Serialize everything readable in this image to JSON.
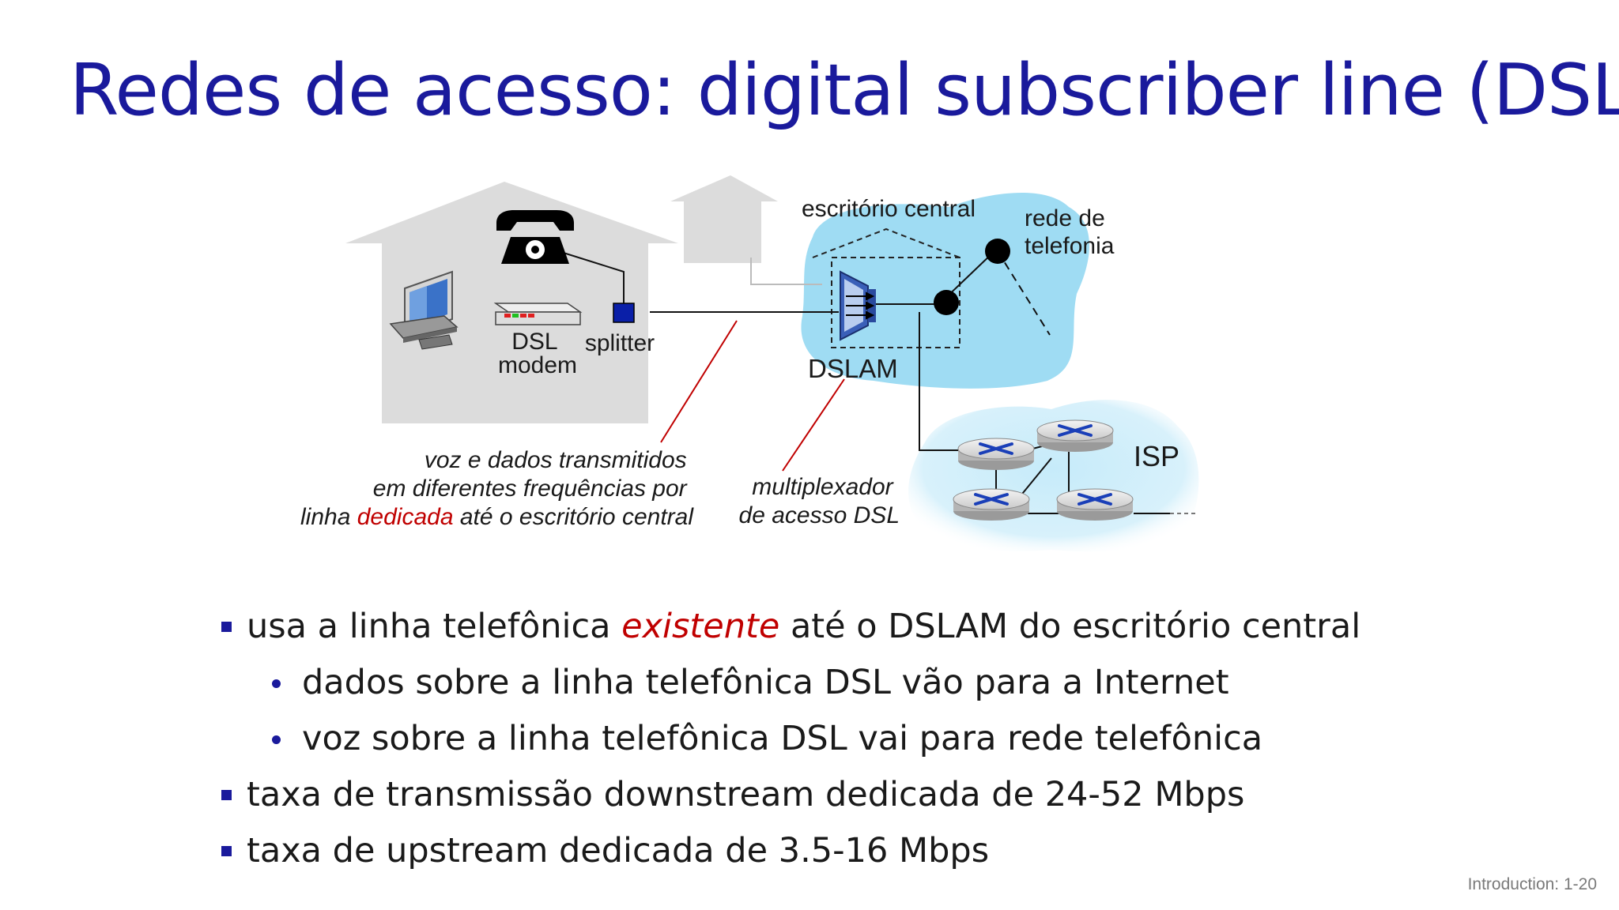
{
  "title": "Redes de acesso: digital subscriber line (DSL)",
  "diagram": {
    "dsl_modem": [
      "DSL",
      "modem"
    ],
    "splitter": "splitter",
    "central_office": "escritório central",
    "telephone_network": [
      "rede de",
      "telefonia"
    ],
    "dslam": "DSLAM",
    "isp": "ISP",
    "voice_data_caption": {
      "line1": "voz e dados transmitidos",
      "line2": "em diferentes frequências por",
      "line3_pre": "linha ",
      "line3_emph": "dedicada",
      "line3_post": " até o escritório central"
    },
    "dslam_caption": [
      "multiplexador",
      "de acesso DSL"
    ],
    "colors": {
      "cloud": "#9fdcf3",
      "house": "#dcdcdc",
      "title": "#1a1a9c",
      "emphasis": "#c00000"
    }
  },
  "bullets": [
    {
      "pre": "usa a linha telefônica ",
      "emph": "existente",
      "post": " até o DSLAM do escritório central"
    },
    {
      "text": "dados sobre a linha telefônica DSL vão para a Internet"
    },
    {
      "text": "voz sobre a linha telefônica DSL vai para rede telefônica"
    },
    {
      "text": "taxa de transmissão downstream dedicada de 24-52 Mbps"
    },
    {
      "text": "taxa de upstream dedicada de 3.5-16 Mbps"
    }
  ],
  "footer": "Introduction: 1-20"
}
